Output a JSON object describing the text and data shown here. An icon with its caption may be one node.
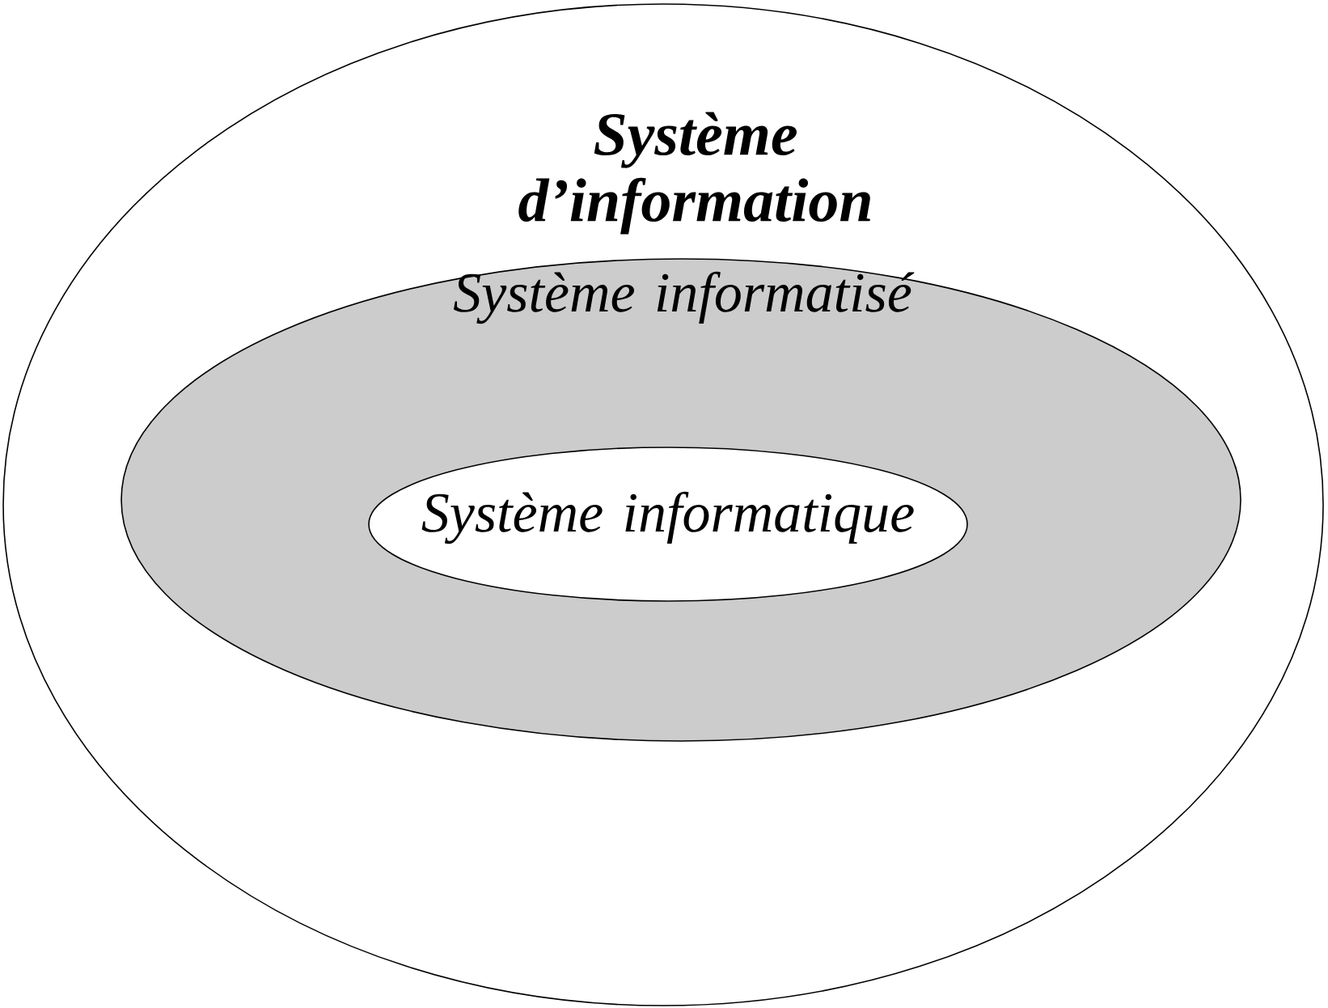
{
  "diagram": {
    "nodes": [
      {
        "text": [
          "Système d’information"
        ]
      },
      {
        "text": [
          "Système informatisé"
        ],
        "in": 0
      },
      {
        "text": [
          "Système informatique"
        ],
        "in": 1
      }
    ]
  }
}
